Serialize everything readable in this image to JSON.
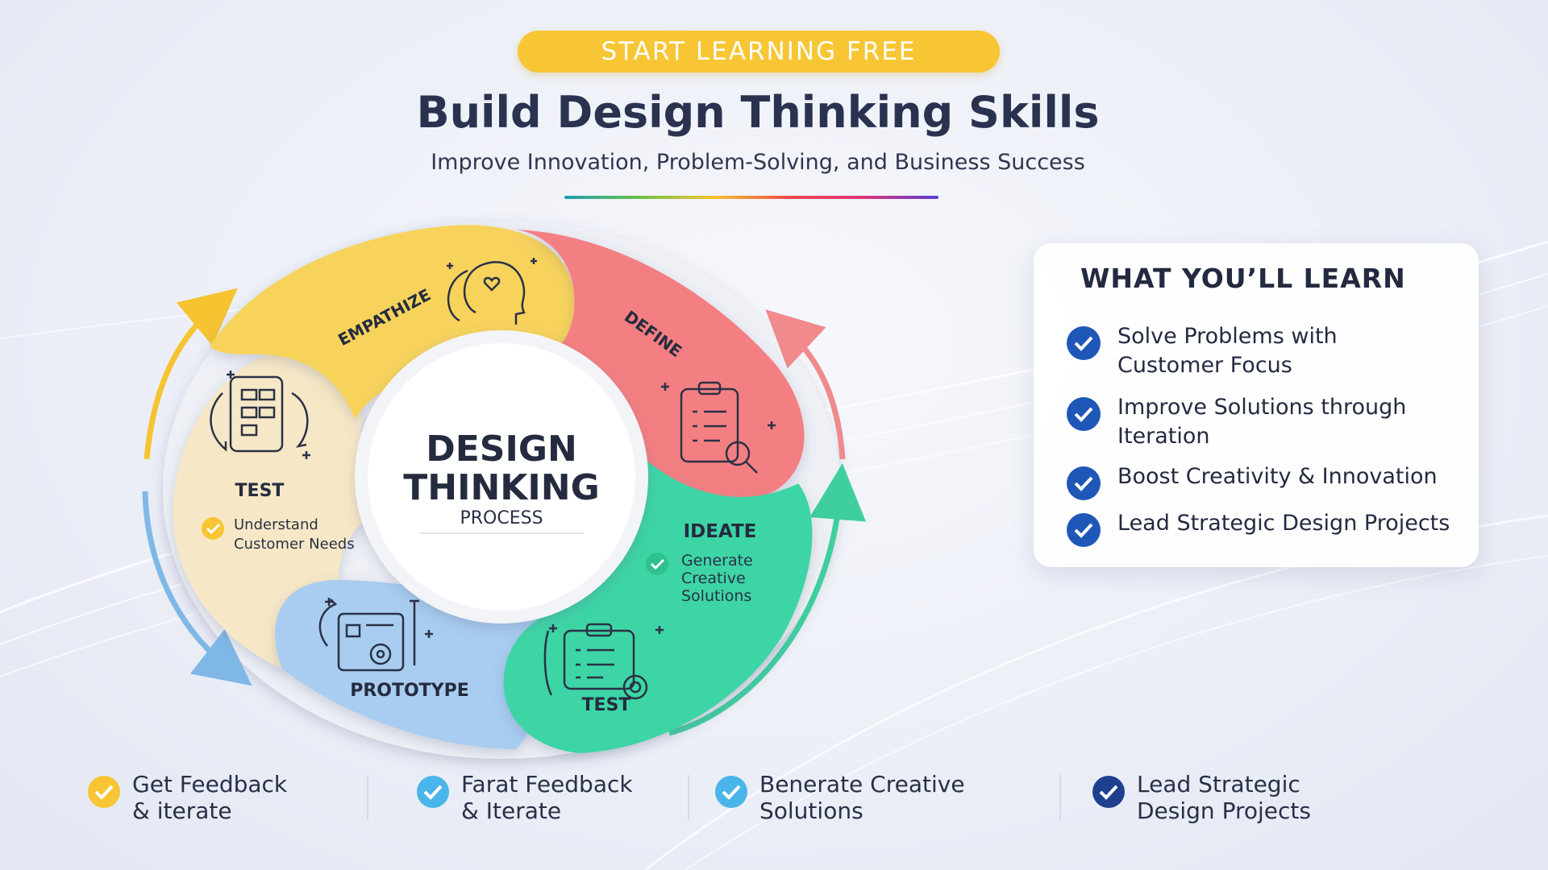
{
  "badge": "START LEARNING FREE",
  "title": "Build Design Thinking Skills",
  "subtitle": "Improve Innovation, Problem-Solving, and Business Success",
  "colors": {
    "empathize": "#f7d35b",
    "define": "#f47f82",
    "ideate": "#3dd5a6",
    "prototype": "#a8cdf0",
    "test": "#f6e8c6",
    "accent_yellow": "#f8c534",
    "check_blue": "#1f57b8",
    "check_light_blue": "#4ab5e8",
    "check_green": "#2fc18d"
  },
  "diagram": {
    "center_line1": "DESIGN",
    "center_line2": "THINKING",
    "center_line3": "PROCESS",
    "stages": {
      "empathize": {
        "label": "EMPATHIZE",
        "icon": "head-heart-icon"
      },
      "define": {
        "label": "DEFINE",
        "icon": "clipboard-magnifier-icon"
      },
      "ideate": {
        "label": "IDEATE",
        "note": [
          "Generate",
          "Creative",
          "Solutions"
        ]
      },
      "test_green": {
        "label": "TEST",
        "icon": "clipboard-target-icon"
      },
      "prototype": {
        "label": "PROTOTYPE",
        "icon": "blueprint-gear-icon"
      },
      "test_left": {
        "label": "TEST",
        "note": [
          "Understand",
          "Customer Needs"
        ],
        "icon": "flowchart-cycle-icon"
      }
    }
  },
  "learn": {
    "title": "WHAT YOU’LL LEARN",
    "items": [
      [
        "Solve Problems with",
        "Customer Focus"
      ],
      [
        "Improve Solutions through",
        "Iteration"
      ],
      [
        "Boost Creativity & Innovation"
      ],
      [
        "Lead Strategic Design Projects"
      ]
    ]
  },
  "bottom": [
    {
      "line1": "Get Feedback",
      "line2": "& iterate"
    },
    {
      "line1": "Farat Feedback",
      "line2": "& Iterate"
    },
    {
      "line1": "Benerate Creative",
      "line2": "Solutions"
    },
    {
      "line1": "Lead Strategic",
      "line2": "Design Projects"
    }
  ]
}
